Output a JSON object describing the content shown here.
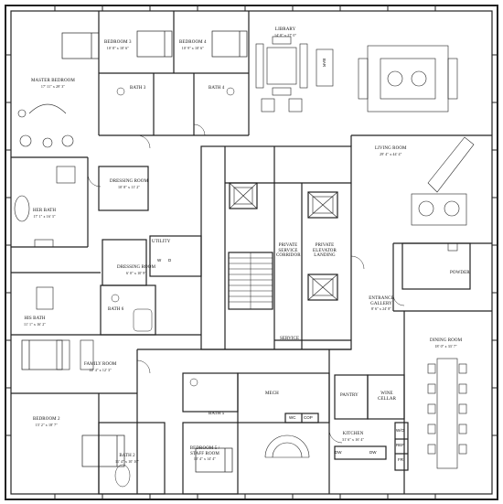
{
  "rooms": {
    "master_bedroom": {
      "name": "MASTER BEDROOM",
      "dims": "17' 11\" x 29' 3\""
    },
    "bedroom_3": {
      "name": "BEDROOM 3",
      "dims": "10' 8\" x 10' 6\""
    },
    "bedroom_4": {
      "name": "BEDROOM 4",
      "dims": "10' 9\" x 10' 6\""
    },
    "bath_3": {
      "name": "BATH 3"
    },
    "bath_4": {
      "name": "BATH 4"
    },
    "library": {
      "name": "LIBRARY",
      "dims": "14' 8\" x 27' 0\""
    },
    "living_room": {
      "name": "LIVING ROOM",
      "dims": "29' 4\" x 44' 4\""
    },
    "dressing_room_1": {
      "name": "DRESSING ROOM",
      "dims": "10' 8\" x 11' 2\""
    },
    "her_bath": {
      "name": "HER BATH",
      "dims": "17' 1\" x 16' 3\""
    },
    "utility": {
      "name": "UTILITY"
    },
    "dressing_room_2": {
      "name": "DRESSING ROOM",
      "dims": "6' 0\" x 10' 9\""
    },
    "private_service_corridor": {
      "name": "PRIVATE SERVICE CORRIDOR"
    },
    "private_elevator_landing": {
      "name": "PRIVATE ELEVATOR LANDING"
    },
    "powder": {
      "name": "POWDER"
    },
    "his_bath": {
      "name": "HIS BATH",
      "dims": "11' 1\" x 16' 2\""
    },
    "bath_6": {
      "name": "BATH 6"
    },
    "entrance_gallery": {
      "name": "ENTRANCE GALLERY",
      "dims": "8' 6\" x 24' 8\""
    },
    "service": {
      "name": "SERVICE"
    },
    "dining_room": {
      "name": "DINING ROOM",
      "dims": "18' 0\" x 33' 7\""
    },
    "family_room": {
      "name": "FAMILY ROOM",
      "dims": "22' 4\" x 12' 3\""
    },
    "mech": {
      "name": "MECH"
    },
    "pantry": {
      "name": "PANTRY"
    },
    "wine_cellar": {
      "name": "WINE CELLAR"
    },
    "bath_5": {
      "name": "BATH 5"
    },
    "bedroom_2": {
      "name": "BEDROOM 2",
      "dims": "15' 2\" x 18' 7\""
    },
    "bedroom_5": {
      "name": "BEDROOM 5 / STAFF ROOM",
      "dims": "10' 4\" x 14' 4\""
    },
    "kitchen": {
      "name": "KITCHEN",
      "dims": "31' 6\" x 16' 4\""
    },
    "bath_2": {
      "name": "BATH 2",
      "dims": "11' 4\" x 10' 10\""
    }
  },
  "fixtures": {
    "bar": "BAR",
    "washer": "W",
    "dryer": "D",
    "wc": "WC",
    "cop": "COP",
    "wo": "W/O",
    "ref": "REF",
    "fr": "FR",
    "dw_1": "DW",
    "dw_2": "DW"
  }
}
